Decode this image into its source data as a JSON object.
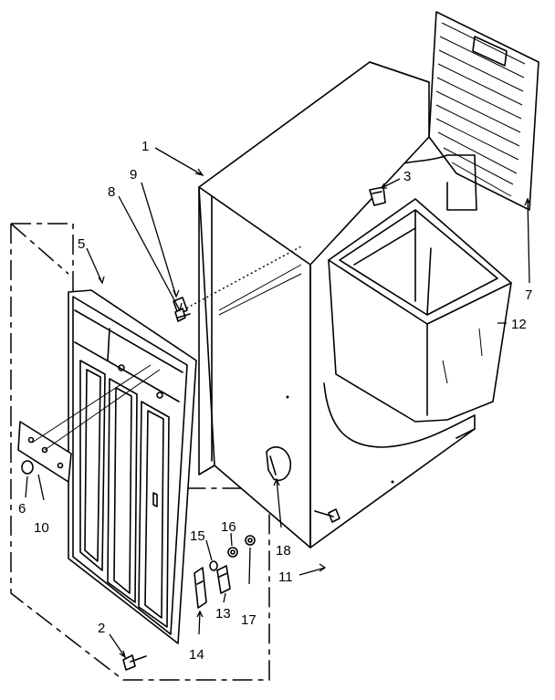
{
  "callouts": {
    "c1": "1",
    "c2": "2",
    "c3": "3",
    "c5": "5",
    "c6": "6",
    "c7": "7",
    "c8": "8",
    "c9": "9",
    "c10": "10",
    "c11": "11",
    "c12": "12",
    "c13": "13",
    "c14": "14",
    "c15": "15",
    "c16": "16",
    "c17": "17",
    "c18": "18"
  }
}
